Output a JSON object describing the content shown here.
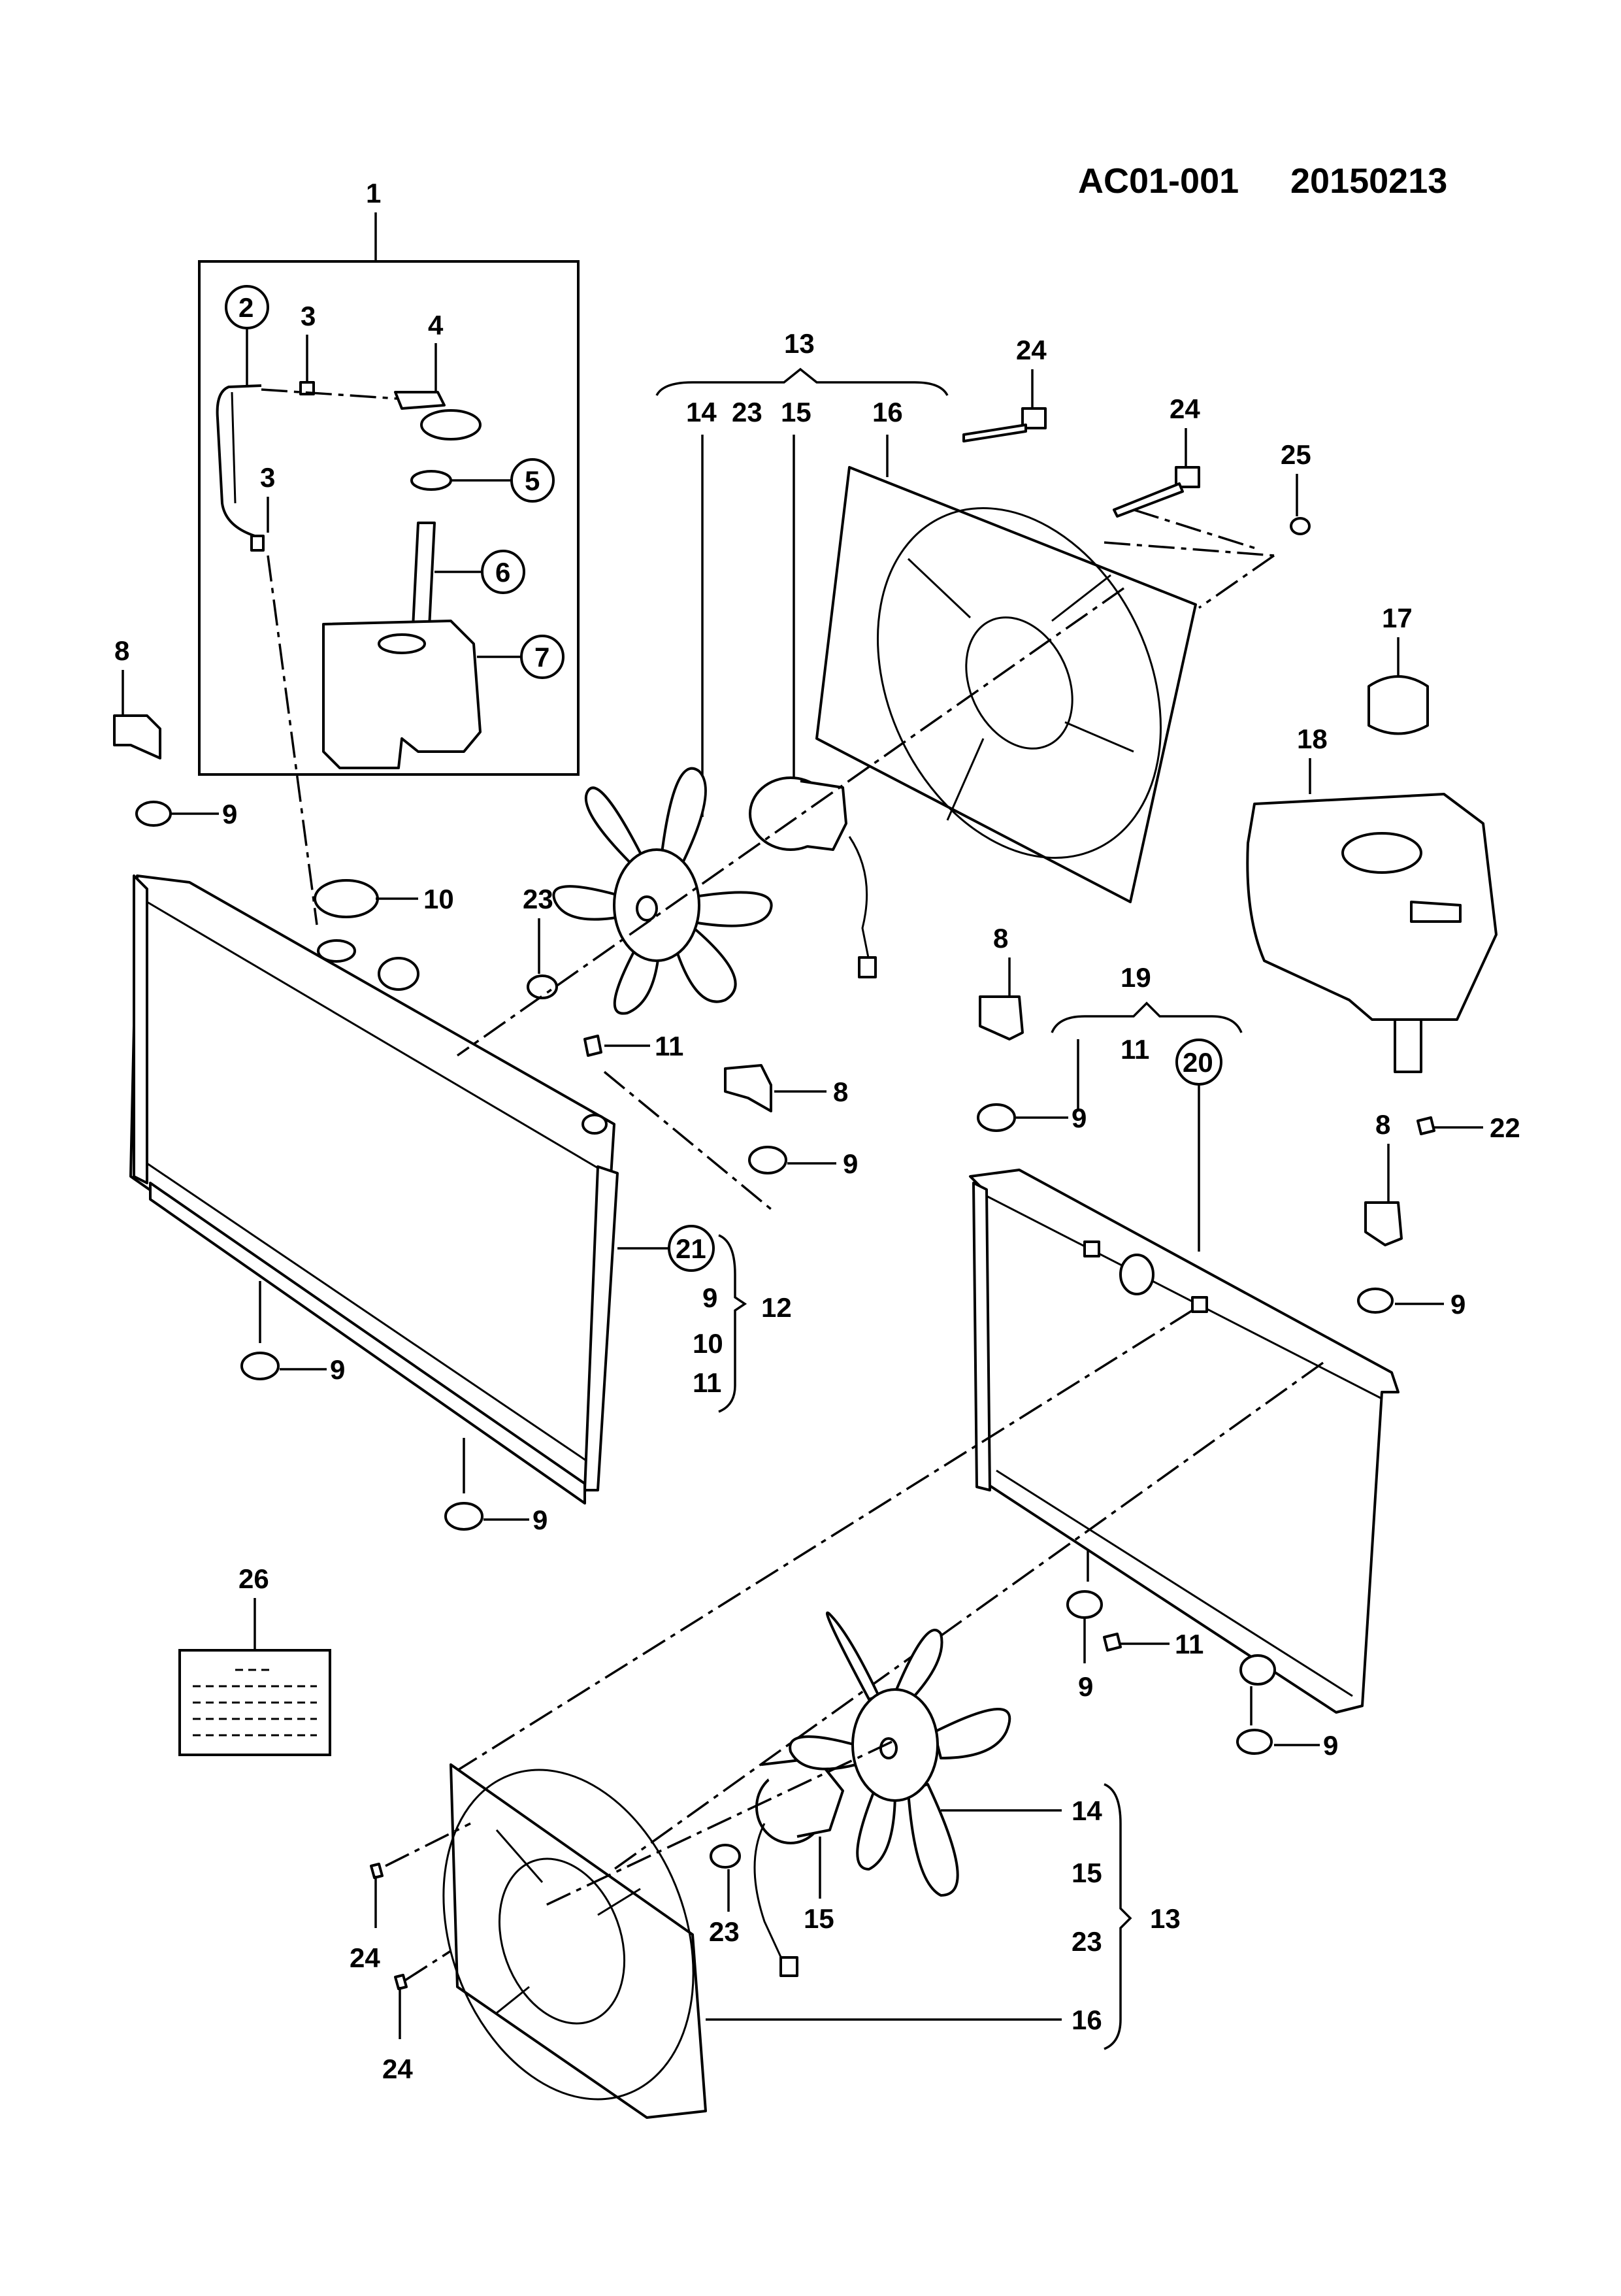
{
  "document_id": "AC01-001",
  "document_date": "20150213",
  "callouts": {
    "c1": "1",
    "c2": "2",
    "c3a": "3",
    "c3b": "3",
    "c4": "4",
    "c5": "5",
    "c6": "6",
    "c7": "7",
    "c8a": "8",
    "c9a": "9",
    "c10a": "10",
    "c13a": "13",
    "c14a": "14",
    "c23a": "23",
    "c15a": "15",
    "c16a": "16",
    "c24a": "24",
    "c24b": "24",
    "c25": "25",
    "c17": "17",
    "c18": "18",
    "c23b": "23",
    "c11a": "11",
    "c8b": "8",
    "c9b": "9",
    "c21": "21",
    "c9c": "9",
    "c10b": "10",
    "c11b": "11",
    "c12": "12",
    "c9d": "9",
    "c9e": "9",
    "c8c": "8",
    "c19": "19",
    "c11c": "11",
    "c20": "20",
    "c9f": "9",
    "c8d": "8",
    "c22": "22",
    "c9g": "9",
    "c26": "26",
    "c9h": "9",
    "c11d": "11",
    "c9i": "9",
    "c14b": "14",
    "c15b": "15",
    "c13b": "13",
    "c23c": "23",
    "c16b": "16",
    "c15c": "15",
    "c23d": "23",
    "c24c": "24",
    "c24d": "24"
  },
  "icons": {
    "reserve_tank": "reserve-tank-icon",
    "radiator": "radiator-icon",
    "fan": "fan-blade-icon",
    "motor": "fan-motor-icon",
    "shroud": "fan-shroud-icon",
    "label": "caution-label-icon"
  }
}
